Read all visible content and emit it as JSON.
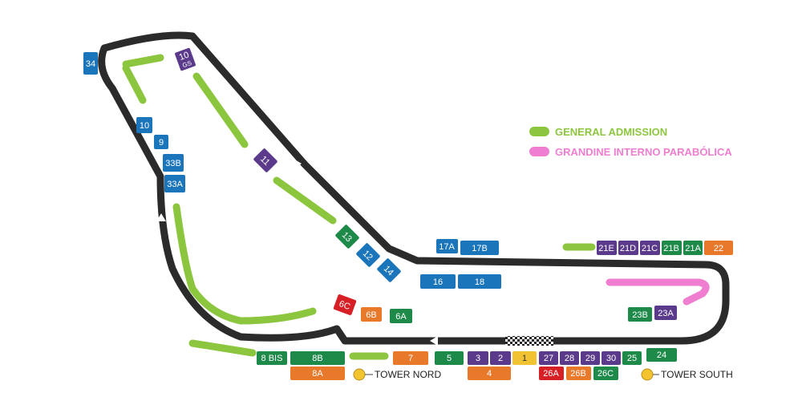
{
  "colors": {
    "track": "#2b2b2b",
    "general_admission": "#8cc63f",
    "grandine": "#ef7ed0",
    "blue": "#1b75bb",
    "purple": "#5b3a8c",
    "green": "#1e8a4a",
    "orange": "#e8782a",
    "red": "#d71f26",
    "yellow": "#f1c232",
    "tower": "#f4c430"
  },
  "legend": {
    "general_admission": "GENERAL ADMISSION",
    "grandine": "GRANDINE INTERNO PARABÓLICA"
  },
  "stands": {
    "s34": "34",
    "s10gs_main": "10",
    "s10gs_sub": "GS",
    "s10": "10",
    "s9": "9",
    "s33b": "33B",
    "s33a": "33A",
    "s11": "11",
    "s13": "13",
    "s12": "12",
    "s14": "14",
    "s17a": "17A",
    "s17b": "17B",
    "s16": "16",
    "s18": "18",
    "s21e": "21E",
    "s21d": "21D",
    "s21c": "21C",
    "s21b": "21B",
    "s21a": "21A",
    "s22": "22",
    "s6c": "6C",
    "s6b": "6B",
    "s6a": "6A",
    "s23b": "23B",
    "s23a": "23A",
    "s8bis": "8 BIS",
    "s8b": "8B",
    "s8a": "8A",
    "s7": "7",
    "s5": "5",
    "s3": "3",
    "s2": "2",
    "s1": "1",
    "s4": "4",
    "s27": "27",
    "s28": "28",
    "s29": "29",
    "s30": "30",
    "s25": "25",
    "s24": "24",
    "s26a": "26A",
    "s26b": "26B",
    "s26c": "26C"
  },
  "towers": {
    "nord": "TOWER NORD",
    "south": "TOWER SOUTH"
  }
}
